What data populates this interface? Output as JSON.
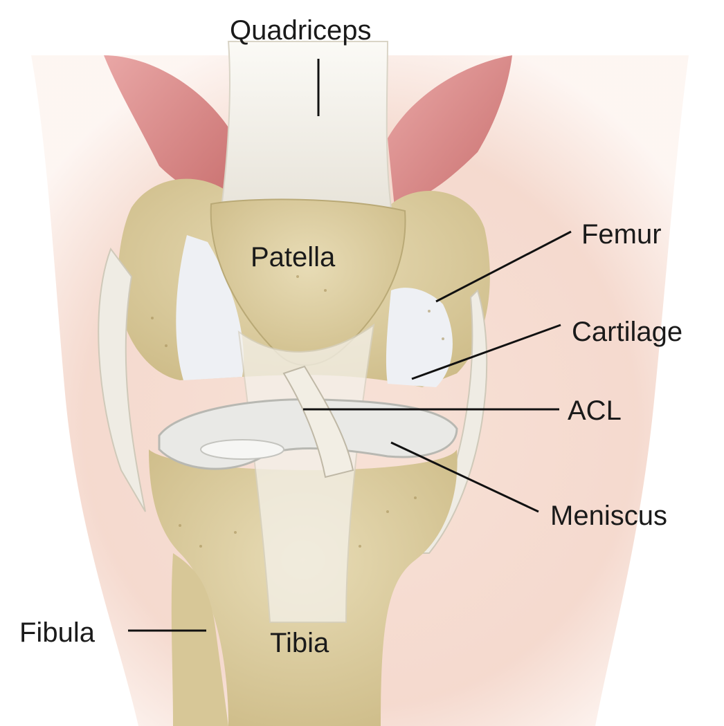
{
  "labels": {
    "quadriceps": "Quadriceps",
    "patella": "Patella",
    "femur": "Femur",
    "cartilage": "Cartilage",
    "acl": "ACL",
    "meniscus": "Meniscus",
    "fibula": "Fibula",
    "tibia": "Tibia"
  },
  "colors": {
    "skin": "#f3d3c6",
    "muscle": "#d9868a",
    "bone": "#ddd0a6",
    "cartilage": "#eef0f4",
    "tendon": "#f4f1ea"
  }
}
